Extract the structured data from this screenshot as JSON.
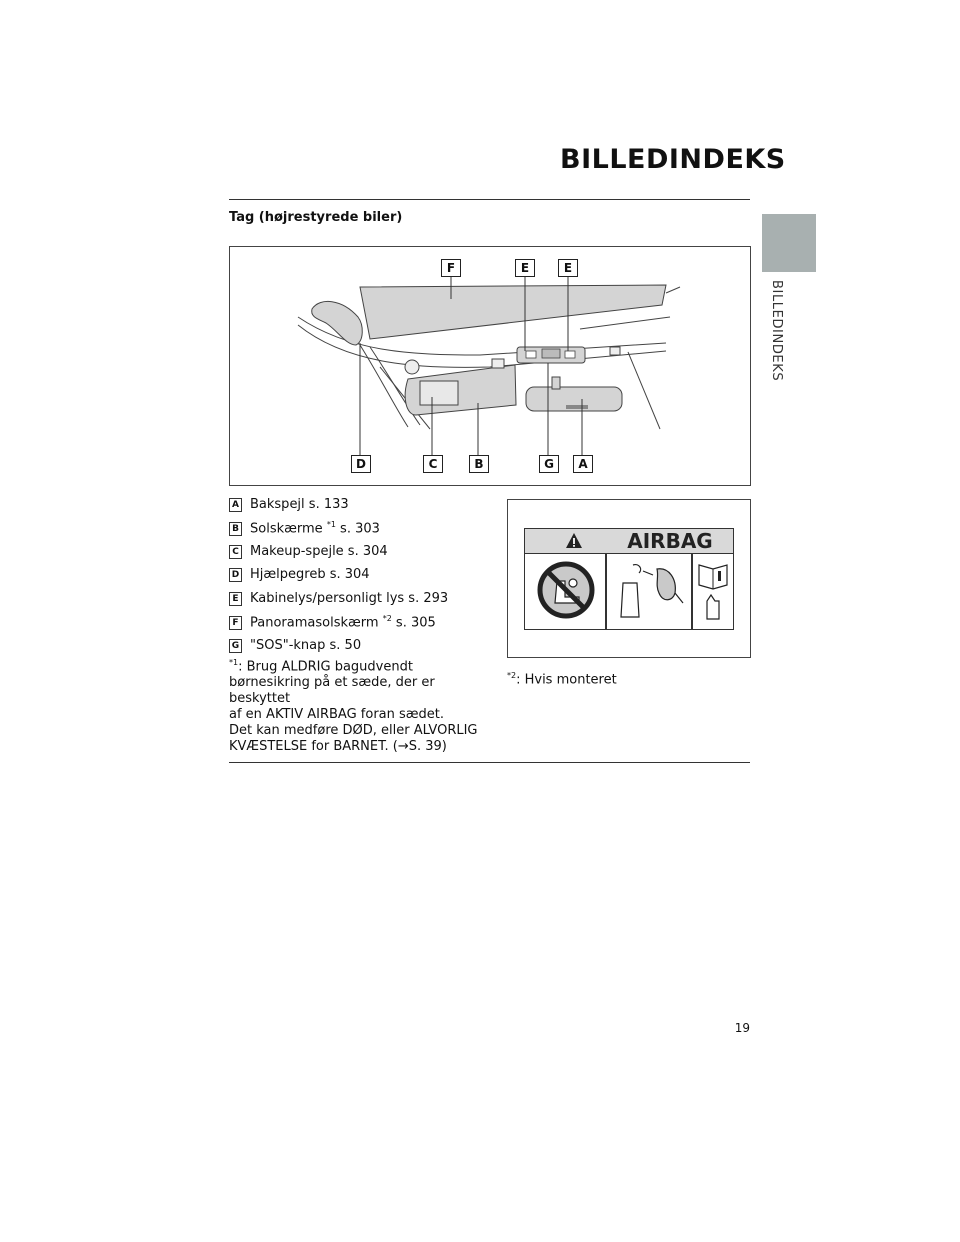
{
  "header": {
    "title": "BILLEDINDEKS"
  },
  "side_tab": {
    "label": "BILLEDINDEKS"
  },
  "section": {
    "heading": "Tag (højrestyrede biler)"
  },
  "figure": {
    "callouts": [
      "F",
      "E",
      "E",
      "D",
      "C",
      "B",
      "G",
      "A"
    ]
  },
  "airbag_label": {
    "title": "AIRBAG"
  },
  "legend": [
    {
      "key": "A",
      "text": "Bakspejl s. 133",
      "sup": ""
    },
    {
      "key": "B",
      "text": "Solskærme",
      "sup": "*1",
      "ref": "s. 303"
    },
    {
      "key": "C",
      "text": "Makeup-spejle s. 304",
      "sup": ""
    },
    {
      "key": "D",
      "text": "Hjælpegreb s. 304",
      "sup": ""
    },
    {
      "key": "E",
      "text": "Kabinelys/personligt lys s. 293",
      "sup": ""
    },
    {
      "key": "F",
      "text": "Panoramasolskærm",
      "sup": "*2",
      "ref": "s. 305"
    },
    {
      "key": "G",
      "text": "\"SOS\"-knap s. 50",
      "sup": ""
    }
  ],
  "footnotes": {
    "note1_mark": "*1",
    "note1_lines": [
      ": Brug ALDRIG bagudvendt",
      "børnesikring på et sæde, der er beskyttet",
      "af en AKTIV AIRBAG foran sædet.",
      "Det kan medføre DØD, eller ALVORLIG",
      "KVÆSTELSE for BARNET. (→S. 39)"
    ],
    "note2_mark": "*2",
    "note2_text": ": Hvis monteret"
  },
  "page": {
    "number": "19"
  }
}
